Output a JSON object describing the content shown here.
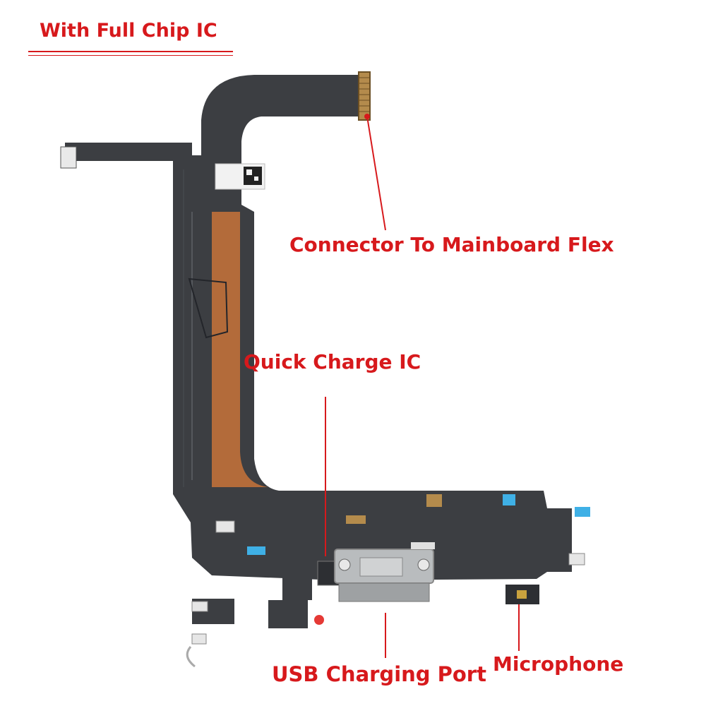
{
  "header": {
    "title": "With Full Chip IC"
  },
  "callouts": {
    "connector": "Connector To Mainboard Flex",
    "quick_charge": "Quick Charge IC",
    "usb_port": "USB Charging Port",
    "microphone": "Microphone"
  },
  "colors": {
    "label_red": "#d7191c",
    "flex_dark": "#3c3e42",
    "flex_copper": "#c0703a",
    "port_silver": "#b9bcbe",
    "connector_gold": "#b48b4c",
    "white_label": "#f2f2f2"
  }
}
